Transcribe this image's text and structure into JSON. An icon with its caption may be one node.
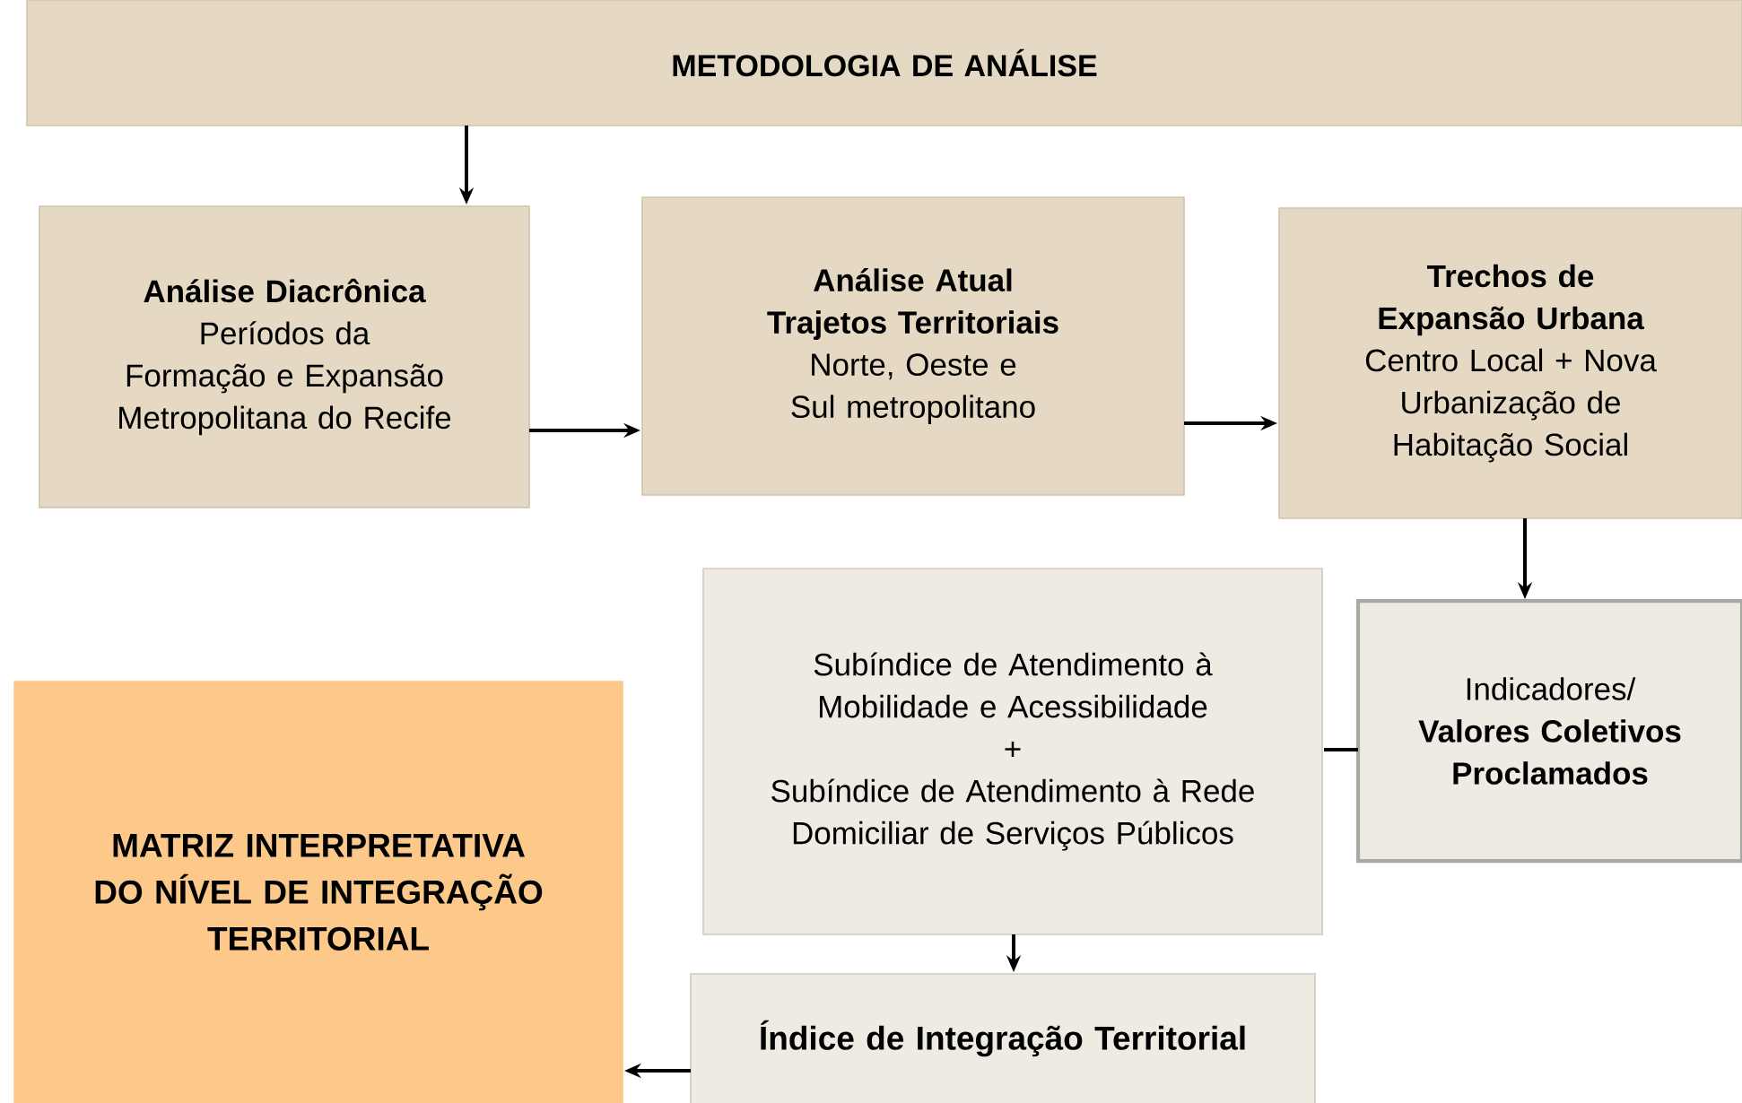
{
  "diagram": {
    "nodes": [
      {
        "text": [
          "METODOLOGIA DE ANÁLISE"
        ]
      },
      {
        "text": [
          "Análise Diacrônica",
          "Períodos da Formação e Expansão Metropolitana do Recife"
        ]
      },
      {
        "text": [
          "Análise Atual Trajetos Territoriais",
          "Norte, Oeste e Sul metropolitano"
        ]
      },
      {
        "text": [
          "Trechos de Expansão Urbana",
          "Centro Local + Nova Urbanização de Habitação Social"
        ]
      },
      {
        "text": [
          "Indicadores/",
          "Valores Coletivos Proclamados"
        ]
      },
      {
        "text": [
          "Subíndice de Atendimento à Mobilidade e Acessibilidade",
          "+",
          "Subíndice de Atendimento à Rede Domiciliar de Serviços Públicos"
        ]
      },
      {
        "text": [
          "Índice de Integração Territorial"
        ]
      },
      {
        "text": [
          "MATRIZ INTERPRETATIVA DO NÍVEL DE INTEGRAÇÃO TERRITORIAL"
        ]
      }
    ],
    "edges": [
      {
        "from": 0,
        "to": 1,
        "arrow": "to"
      },
      {
        "from": 1,
        "to": 2,
        "arrow": "to"
      },
      {
        "from": 2,
        "to": 3,
        "arrow": "to"
      },
      {
        "from": 3,
        "to": 4,
        "arrow": "to"
      },
      {
        "from": 4,
        "to": 5,
        "arrow": "none"
      },
      {
        "from": 5,
        "to": 6,
        "arrow": "to"
      },
      {
        "from": 6,
        "to": 7,
        "arrow": "to"
      }
    ]
  }
}
